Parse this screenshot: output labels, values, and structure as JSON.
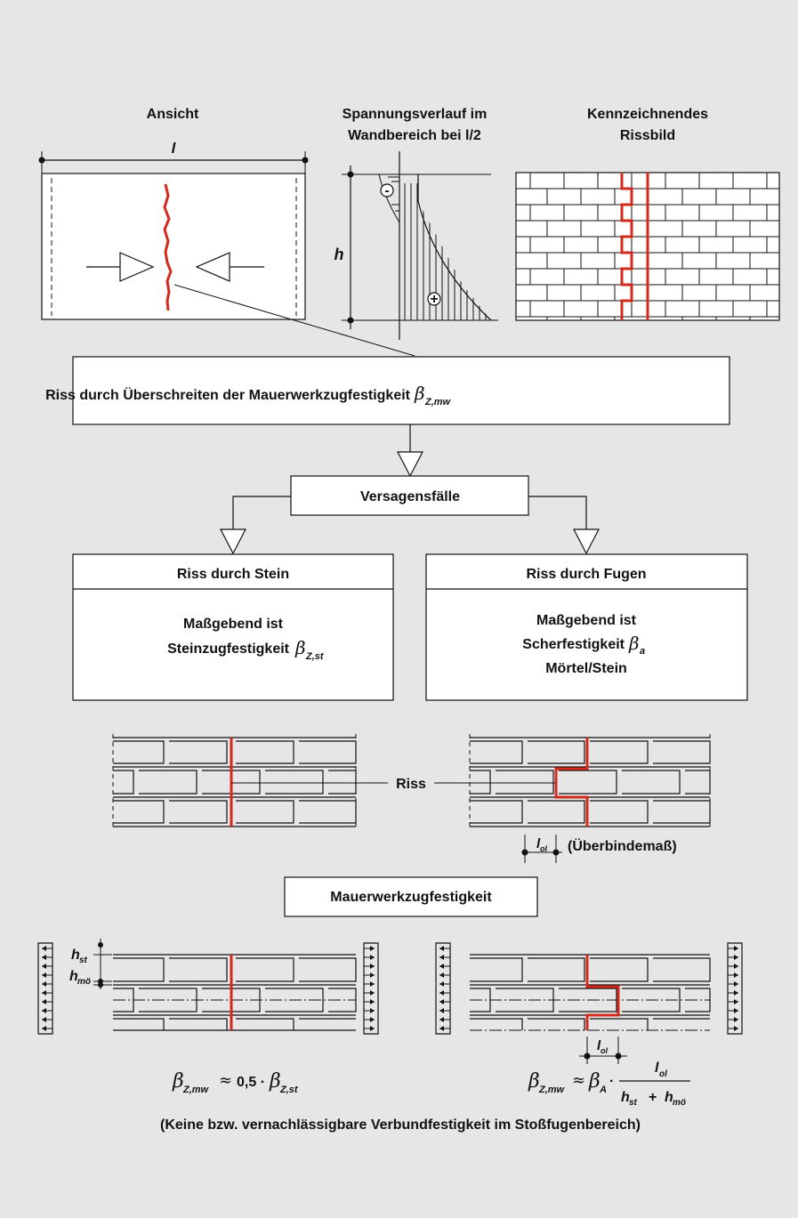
{
  "top": {
    "ansicht_title": "Ansicht",
    "ansicht_dim": "l",
    "spannung_title_1": "Spannungsverlauf im",
    "spannung_title_2": "Wandbereich bei l/2",
    "spannung_dim": "h",
    "minus_sign": "-",
    "plus_sign": "+",
    "rissbild_title_1": "Kennzeichnendes",
    "rissbild_title_2": "Rissbild"
  },
  "main_box": {
    "text": "Riss durch Überschreiten der Mauerwerkzugfestigkeit",
    "symbol": "β",
    "sub": "Z,mw"
  },
  "versagen_box": {
    "text": "Versagensfälle"
  },
  "stein_box": {
    "header": "Riss durch Stein",
    "line1": "Maßgebend ist",
    "line2": "Steinzugfestigkeit",
    "symbol": "β",
    "sub": "Z,st"
  },
  "fugen_box": {
    "header": "Riss durch Fugen",
    "line1": "Maßgebend ist",
    "line2": "Scherfestigkeit",
    "symbol": "β",
    "sub": "a",
    "line3": "Mörtel/Stein"
  },
  "mid": {
    "riss_label": "Riss",
    "lol_main": "l",
    "lol_sub": "ol",
    "ueberbinde_label": "(Überbindemaß)"
  },
  "mauer_box": {
    "text": "Mauerwerkzugfestigkeit"
  },
  "bottom": {
    "hst_main": "h",
    "hst_sub": "st",
    "hmo_main": "h",
    "hmo_sub": "mö",
    "lol_main": "l",
    "lol_sub": "ol",
    "formula_left": {
      "beta": "β",
      "sub1": "Z,mw",
      "approx": "≈",
      "factor": "0,5 ·",
      "beta2": "β",
      "sub2": "Z,st"
    },
    "formula_right": {
      "beta": "β",
      "sub1": "Z,mw",
      "approx": "≈",
      "beta2": "β",
      "sub2": "A",
      "dot": "·",
      "num_main": "l",
      "num_sub": "ol",
      "den_h1": "h",
      "den_sub1": "st",
      "den_plus": "+",
      "den_h2": "h",
      "den_sub2": "mö"
    },
    "footnote": "(Keine bzw. vernachlässigbare Verbundfestigkeit im Stoßfugenbereich)"
  },
  "colors": {
    "background": "#e6e6e6",
    "crack": "#d42a1e",
    "box_fill": "#ffffff",
    "line": "#111111"
  }
}
